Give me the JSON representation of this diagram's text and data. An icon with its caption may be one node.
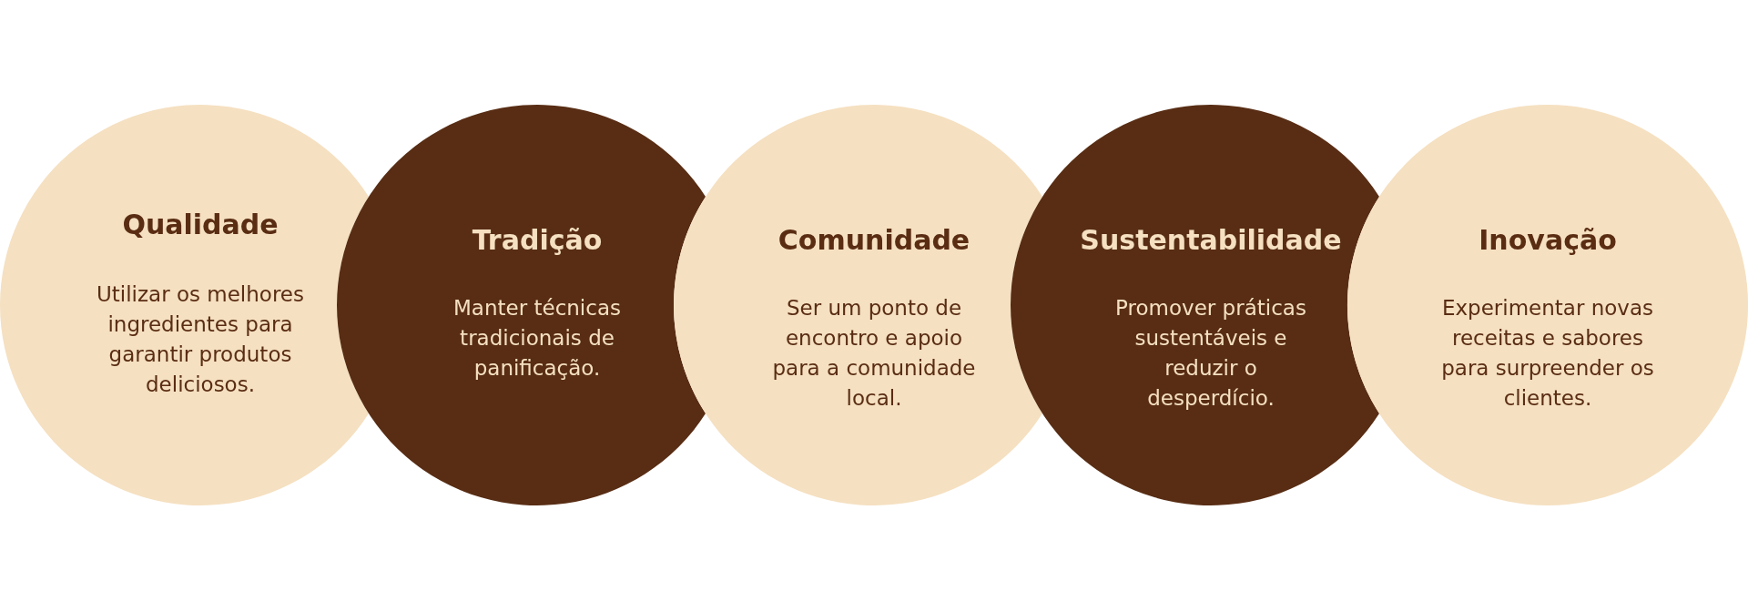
{
  "diagram": {
    "nodes": [
      {
        "text": [
          "Qualidade",
          "Utilizar os melhores ingredientes para garantir produtos deliciosos."
        ]
      },
      {
        "text": [
          "Tradição",
          "Manter técnicas tradicionais de panificação."
        ]
      },
      {
        "text": [
          "Comunidade",
          "Ser um ponto de encontro e apoio para a comunidade local."
        ]
      },
      {
        "text": [
          "Sustentabilidade",
          "Promover práticas sustentáveis e reduzir o desperdício."
        ]
      },
      {
        "text": [
          "Inovação",
          "Experimentar novas receitas e sabores para surpreender os clientes."
        ]
      }
    ]
  }
}
